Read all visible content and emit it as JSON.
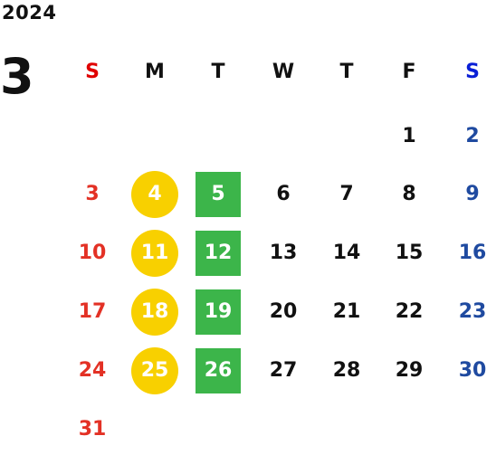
{
  "year": "2024",
  "month": "3",
  "weekdays": [
    "S",
    "M",
    "T",
    "W",
    "T",
    "F",
    "S"
  ],
  "weeks": [
    [
      "",
      "",
      "",
      "",
      "",
      "1",
      "2"
    ],
    [
      "3",
      "4",
      "5",
      "6",
      "7",
      "8",
      "9"
    ],
    [
      "10",
      "11",
      "12",
      "13",
      "14",
      "15",
      "16"
    ],
    [
      "17",
      "18",
      "19",
      "20",
      "21",
      "22",
      "23"
    ],
    [
      "24",
      "25",
      "26",
      "27",
      "28",
      "29",
      "30"
    ],
    [
      "31",
      "",
      "",
      "",
      "",
      "",
      ""
    ]
  ],
  "highlight_circle_column": 1,
  "highlight_square_column": 2,
  "colors": {
    "sunday": "#e33125",
    "saturday": "#1f4aa0",
    "circle": "#f8d000",
    "square": "#3cb54a",
    "text": "#111111"
  }
}
